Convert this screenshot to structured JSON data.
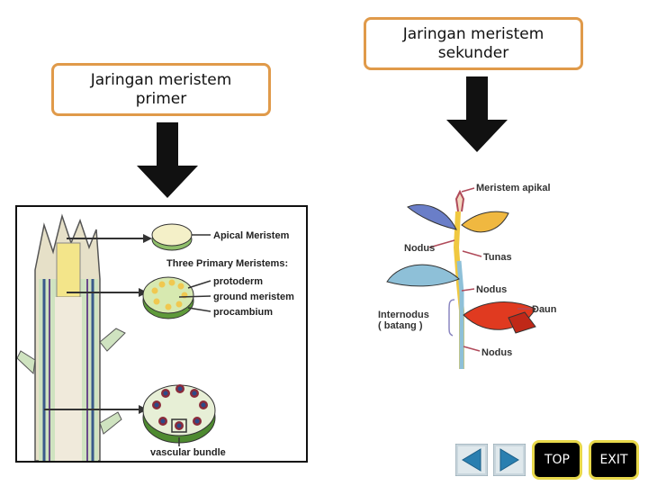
{
  "labels": {
    "primer": "Jaringan meristem\nprimer",
    "sekunder": "Jaringan meristem\nsekunder"
  },
  "primer_figure": {
    "apical": "Apical Meristem",
    "three": "Three Primary Meristems:",
    "protoderm": "protoderm",
    "ground": "ground meristem",
    "procambium": "procambium",
    "vascular": "vascular bundle"
  },
  "sekunder_figure": {
    "meristem_apikal": "Meristem apikal",
    "nodus1": "Nodus",
    "tunas": "Tunas",
    "nodus2": "Nodus",
    "daun": "Daun",
    "internodus": "Internodus",
    "batang": "( batang )",
    "nodus3": "Nodus"
  },
  "nav": {
    "top": "TOP",
    "exit": "EXIT",
    "prev_icon": "triangle-left-icon",
    "next_icon": "triangle-right-icon"
  },
  "colors": {
    "box_border": "#e09a4a",
    "button_border": "#e8d84a",
    "nav_blue": "#2a7fb0"
  }
}
